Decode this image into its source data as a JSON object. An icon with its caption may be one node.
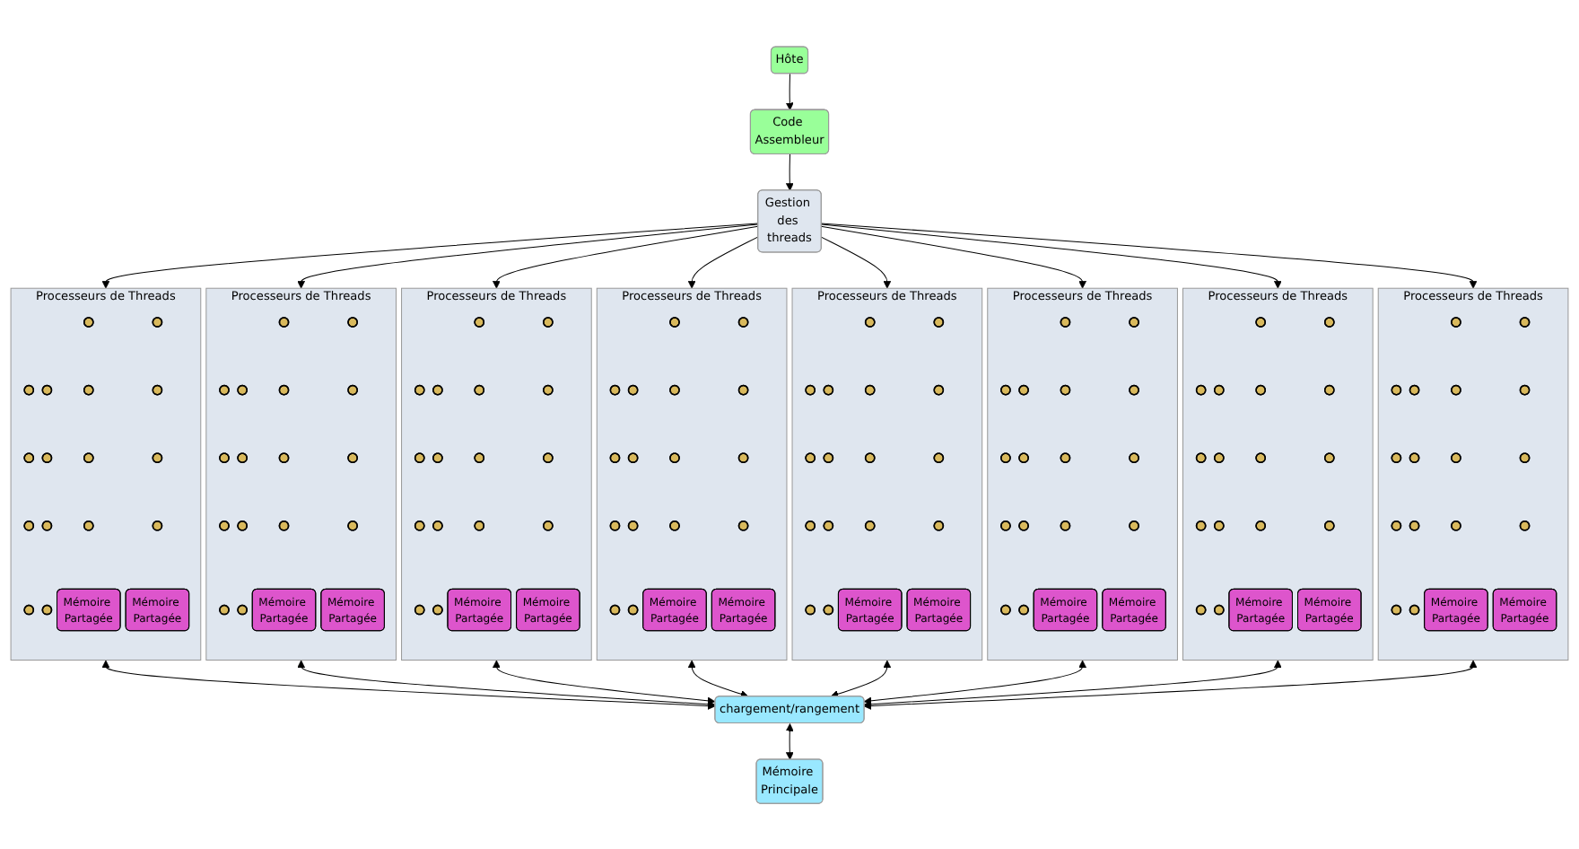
{
  "diagram": {
    "nodes": [
      {
        "text": [
          "Hôte"
        ]
      },
      {
        "text": [
          "Code Assembleur"
        ]
      },
      {
        "text": [
          "Gestion des threads"
        ]
      },
      {
        "text": [
          "Processeurs de Threads"
        ]
      },
      {
        "text": [],
        "shape": "box",
        "in": 3
      },
      {
        "text": [],
        "shape": "box",
        "in": 3
      },
      {
        "text": [],
        "shape": "box",
        "in": 3
      },
      {
        "text": [],
        "shape": "box",
        "in": 3
      },
      {
        "text": [],
        "shape": "box",
        "in": 3
      },
      {
        "text": [],
        "shape": "box",
        "in": 3
      },
      {
        "text": [],
        "shape": "box",
        "in": 3
      },
      {
        "text": [],
        "shape": "box",
        "in": 3
      },
      {
        "text": [],
        "shape": "box",
        "in": 3
      },
      {
        "text": [],
        "shape": "box",
        "in": 3
      },
      {
        "text": [],
        "shape": "box",
        "in": 3
      },
      {
        "text": [],
        "shape": "box",
        "in": 3
      },
      {
        "text": [],
        "shape": "box",
        "in": 3
      },
      {
        "text": [],
        "shape": "box",
        "in": 3
      },
      {
        "text": [],
        "shape": "box",
        "in": 3
      },
      {
        "text": [],
        "shape": "box",
        "in": 3
      },
      {
        "text": [
          "Mémoire Partagée"
        ],
        "in": 3
      },
      {
        "text": [
          "Mémoire Partagée"
        ],
        "in": 3
      },
      {
        "text": [
          "Processeurs de Threads"
        ]
      },
      {
        "text": [],
        "shape": "box",
        "in": 22
      },
      {
        "text": [],
        "shape": "box",
        "in": 22
      },
      {
        "text": [],
        "shape": "box",
        "in": 22
      },
      {
        "text": [],
        "shape": "box",
        "in": 22
      },
      {
        "text": [],
        "shape": "box",
        "in": 22
      },
      {
        "text": [],
        "shape": "box",
        "in": 22
      },
      {
        "text": [],
        "shape": "box",
        "in": 22
      },
      {
        "text": [],
        "shape": "box",
        "in": 22
      },
      {
        "text": [],
        "shape": "box",
        "in": 22
      },
      {
        "text": [],
        "shape": "box",
        "in": 22
      },
      {
        "text": [],
        "shape": "box",
        "in": 22
      },
      {
        "text": [],
        "shape": "box",
        "in": 22
      },
      {
        "text": [],
        "shape": "box",
        "in": 22
      },
      {
        "text": [],
        "shape": "box",
        "in": 22
      },
      {
        "text": [],
        "shape": "box",
        "in": 22
      },
      {
        "text": [],
        "shape": "box",
        "in": 22
      },
      {
        "text": [
          "Mémoire Partagée"
        ],
        "in": 22
      },
      {
        "text": [
          "Mémoire Partagée"
        ],
        "in": 22
      },
      {
        "text": [
          "Processeurs de Threads"
        ]
      },
      {
        "text": [],
        "shape": "box",
        "in": 41
      },
      {
        "text": [],
        "shape": "box",
        "in": 41
      },
      {
        "text": [],
        "shape": "box",
        "in": 41
      },
      {
        "text": [],
        "shape": "box",
        "in": 41
      },
      {
        "text": [],
        "shape": "box",
        "in": 41
      },
      {
        "text": [],
        "shape": "box",
        "in": 41
      },
      {
        "text": [],
        "shape": "box",
        "in": 41
      },
      {
        "text": [],
        "shape": "box",
        "in": 41
      },
      {
        "text": [],
        "shape": "box",
        "in": 41
      },
      {
        "text": [],
        "shape": "box",
        "in": 41
      },
      {
        "text": [],
        "shape": "box",
        "in": 41
      },
      {
        "text": [],
        "shape": "box",
        "in": 41
      },
      {
        "text": [],
        "shape": "box",
        "in": 41
      },
      {
        "text": [],
        "shape": "box",
        "in": 41
      },
      {
        "text": [],
        "shape": "box",
        "in": 41
      },
      {
        "text": [],
        "shape": "box",
        "in": 41
      },
      {
        "text": [
          "Mémoire Partagée"
        ],
        "in": 41
      },
      {
        "text": [
          "Mémoire Partagée"
        ],
        "in": 41
      },
      {
        "text": [
          "Processeurs de Threads"
        ]
      },
      {
        "text": [],
        "shape": "box",
        "in": 60
      },
      {
        "text": [],
        "shape": "box",
        "in": 60
      },
      {
        "text": [],
        "shape": "box",
        "in": 60
      },
      {
        "text": [],
        "shape": "box",
        "in": 60
      },
      {
        "text": [],
        "shape": "box",
        "in": 60
      },
      {
        "text": [],
        "shape": "box",
        "in": 60
      },
      {
        "text": [],
        "shape": "box",
        "in": 60
      },
      {
        "text": [],
        "shape": "box",
        "in": 60
      },
      {
        "text": [],
        "shape": "box",
        "in": 60
      },
      {
        "text": [],
        "shape": "box",
        "in": 60
      },
      {
        "text": [],
        "shape": "box",
        "in": 60
      },
      {
        "text": [],
        "shape": "box",
        "in": 60
      },
      {
        "text": [],
        "shape": "box",
        "in": 60
      },
      {
        "text": [],
        "shape": "box",
        "in": 60
      },
      {
        "text": [],
        "shape": "box",
        "in": 60
      },
      {
        "text": [],
        "shape": "box",
        "in": 60
      },
      {
        "text": [
          "Mémoire Partagée"
        ],
        "in": 60
      },
      {
        "text": [
          "Mémoire Partagée"
        ],
        "in": 60
      },
      {
        "text": [
          "Processeurs de Threads"
        ]
      },
      {
        "text": [],
        "shape": "box",
        "in": 79
      },
      {
        "text": [],
        "shape": "box",
        "in": 79
      },
      {
        "text": [],
        "shape": "box",
        "in": 79
      },
      {
        "text": [],
        "shape": "box",
        "in": 79
      },
      {
        "text": [],
        "shape": "box",
        "in": 79
      },
      {
        "text": [],
        "shape": "box",
        "in": 79
      },
      {
        "text": [],
        "shape": "box",
        "in": 79
      },
      {
        "text": [],
        "shape": "box",
        "in": 79
      },
      {
        "text": [],
        "shape": "box",
        "in": 79
      },
      {
        "text": [],
        "shape": "box",
        "in": 79
      },
      {
        "text": [],
        "shape": "box",
        "in": 79
      },
      {
        "text": [],
        "shape": "box",
        "in": 79
      },
      {
        "text": [],
        "shape": "box",
        "in": 79
      },
      {
        "text": [],
        "shape": "box",
        "in": 79
      },
      {
        "text": [],
        "shape": "box",
        "in": 79
      },
      {
        "text": [],
        "shape": "box",
        "in": 79
      },
      {
        "text": [
          "Mémoire Partagée"
        ],
        "in": 79
      },
      {
        "text": [
          "Mémoire Partagée"
        ],
        "in": 79
      },
      {
        "text": [
          "Processeurs de Threads"
        ]
      },
      {
        "text": [],
        "shape": "box",
        "in": 98
      },
      {
        "text": [],
        "shape": "box",
        "in": 98
      },
      {
        "text": [],
        "shape": "box",
        "in": 98
      },
      {
        "text": [],
        "shape": "box",
        "in": 98
      },
      {
        "text": [],
        "shape": "box",
        "in": 98
      },
      {
        "text": [],
        "shape": "box",
        "in": 98
      },
      {
        "text": [],
        "shape": "box",
        "in": 98
      },
      {
        "text": [],
        "shape": "box",
        "in": 98
      },
      {
        "text": [],
        "shape": "box",
        "in": 98
      },
      {
        "text": [],
        "shape": "box",
        "in": 98
      },
      {
        "text": [],
        "shape": "box",
        "in": 98
      },
      {
        "text": [],
        "shape": "box",
        "in": 98
      },
      {
        "text": [],
        "shape": "box",
        "in": 98
      },
      {
        "text": [],
        "shape": "box",
        "in": 98
      },
      {
        "text": [],
        "shape": "box",
        "in": 98
      },
      {
        "text": [],
        "shape": "box",
        "in": 98
      },
      {
        "text": [
          "Mémoire Partagée"
        ],
        "in": 98
      },
      {
        "text": [
          "Mémoire Partagée"
        ],
        "in": 98
      },
      {
        "text": [
          "Processeurs de Threads"
        ]
      },
      {
        "text": [],
        "shape": "box",
        "in": 117
      },
      {
        "text": [],
        "shape": "box",
        "in": 117
      },
      {
        "text": [],
        "shape": "box",
        "in": 117
      },
      {
        "text": [],
        "shape": "box",
        "in": 117
      },
      {
        "text": [],
        "shape": "box",
        "in": 117
      },
      {
        "text": [],
        "shape": "box",
        "in": 117
      },
      {
        "text": [],
        "shape": "box",
        "in": 117
      },
      {
        "text": [],
        "shape": "box",
        "in": 117
      },
      {
        "text": [],
        "shape": "box",
        "in": 117
      },
      {
        "text": [],
        "shape": "box",
        "in": 117
      },
      {
        "text": [],
        "shape": "box",
        "in": 117
      },
      {
        "text": [],
        "shape": "box",
        "in": 117
      },
      {
        "text": [],
        "shape": "box",
        "in": 117
      },
      {
        "text": [],
        "shape": "box",
        "in": 117
      },
      {
        "text": [],
        "shape": "box",
        "in": 117
      },
      {
        "text": [],
        "shape": "box",
        "in": 117
      },
      {
        "text": [
          "Mémoire Partagée"
        ],
        "in": 117
      },
      {
        "text": [
          "Mémoire Partagée"
        ],
        "in": 117
      },
      {
        "text": [
          "Processeurs de Threads"
        ]
      },
      {
        "text": [],
        "shape": "box",
        "in": 136
      },
      {
        "text": [],
        "shape": "box",
        "in": 136
      },
      {
        "text": [],
        "shape": "box",
        "in": 136
      },
      {
        "text": [],
        "shape": "box",
        "in": 136
      },
      {
        "text": [],
        "shape": "box",
        "in": 136
      },
      {
        "text": [],
        "shape": "box",
        "in": 136
      },
      {
        "text": [],
        "shape": "box",
        "in": 136
      },
      {
        "text": [],
        "shape": "box",
        "in": 136
      },
      {
        "text": [],
        "shape": "box",
        "in": 136
      },
      {
        "text": [],
        "shape": "box",
        "in": 136
      },
      {
        "text": [],
        "shape": "box",
        "in": 136
      },
      {
        "text": [],
        "shape": "box",
        "in": 136
      },
      {
        "text": [],
        "shape": "box",
        "in": 136
      },
      {
        "text": [],
        "shape": "box",
        "in": 136
      },
      {
        "text": [],
        "shape": "box",
        "in": 136
      },
      {
        "text": [],
        "shape": "box",
        "in": 136
      },
      {
        "text": [
          "Mémoire Partagée"
        ],
        "in": 136
      },
      {
        "text": [
          "Mémoire Partagée"
        ],
        "in": 136
      },
      {
        "text": [
          "chargement/rangement"
        ]
      },
      {
        "text": [
          "Mémoire Principale"
        ]
      }
    ],
    "edges": [
      {
        "from": 0,
        "to": 1,
        "arrow": "to"
      },
      {
        "from": 1,
        "to": 2,
        "arrow": "to"
      },
      {
        "from": 2,
        "to": 3,
        "arrow": "to"
      },
      {
        "from": 2,
        "to": 22,
        "arrow": "to"
      },
      {
        "from": 2,
        "to": 41,
        "arrow": "to"
      },
      {
        "from": 2,
        "to": 60,
        "arrow": "to"
      },
      {
        "from": 2,
        "to": 79,
        "arrow": "to"
      },
      {
        "from": 2,
        "to": 98,
        "arrow": "to"
      },
      {
        "from": 2,
        "to": 117,
        "arrow": "to"
      },
      {
        "from": 2,
        "to": 136,
        "arrow": "to"
      },
      {
        "from": 3,
        "to": 155,
        "arrow": "both"
      },
      {
        "from": 22,
        "to": 155,
        "arrow": "both"
      },
      {
        "from": 41,
        "to": 155,
        "arrow": "both"
      },
      {
        "from": 60,
        "to": 155,
        "arrow": "both"
      },
      {
        "from": 79,
        "to": 155,
        "arrow": "both"
      },
      {
        "from": 98,
        "to": 155,
        "arrow": "both"
      },
      {
        "from": 117,
        "to": 155,
        "arrow": "both"
      },
      {
        "from": 136,
        "to": 155,
        "arrow": "both"
      },
      {
        "from": 155,
        "to": 156,
        "arrow": "both"
      }
    ]
  }
}
